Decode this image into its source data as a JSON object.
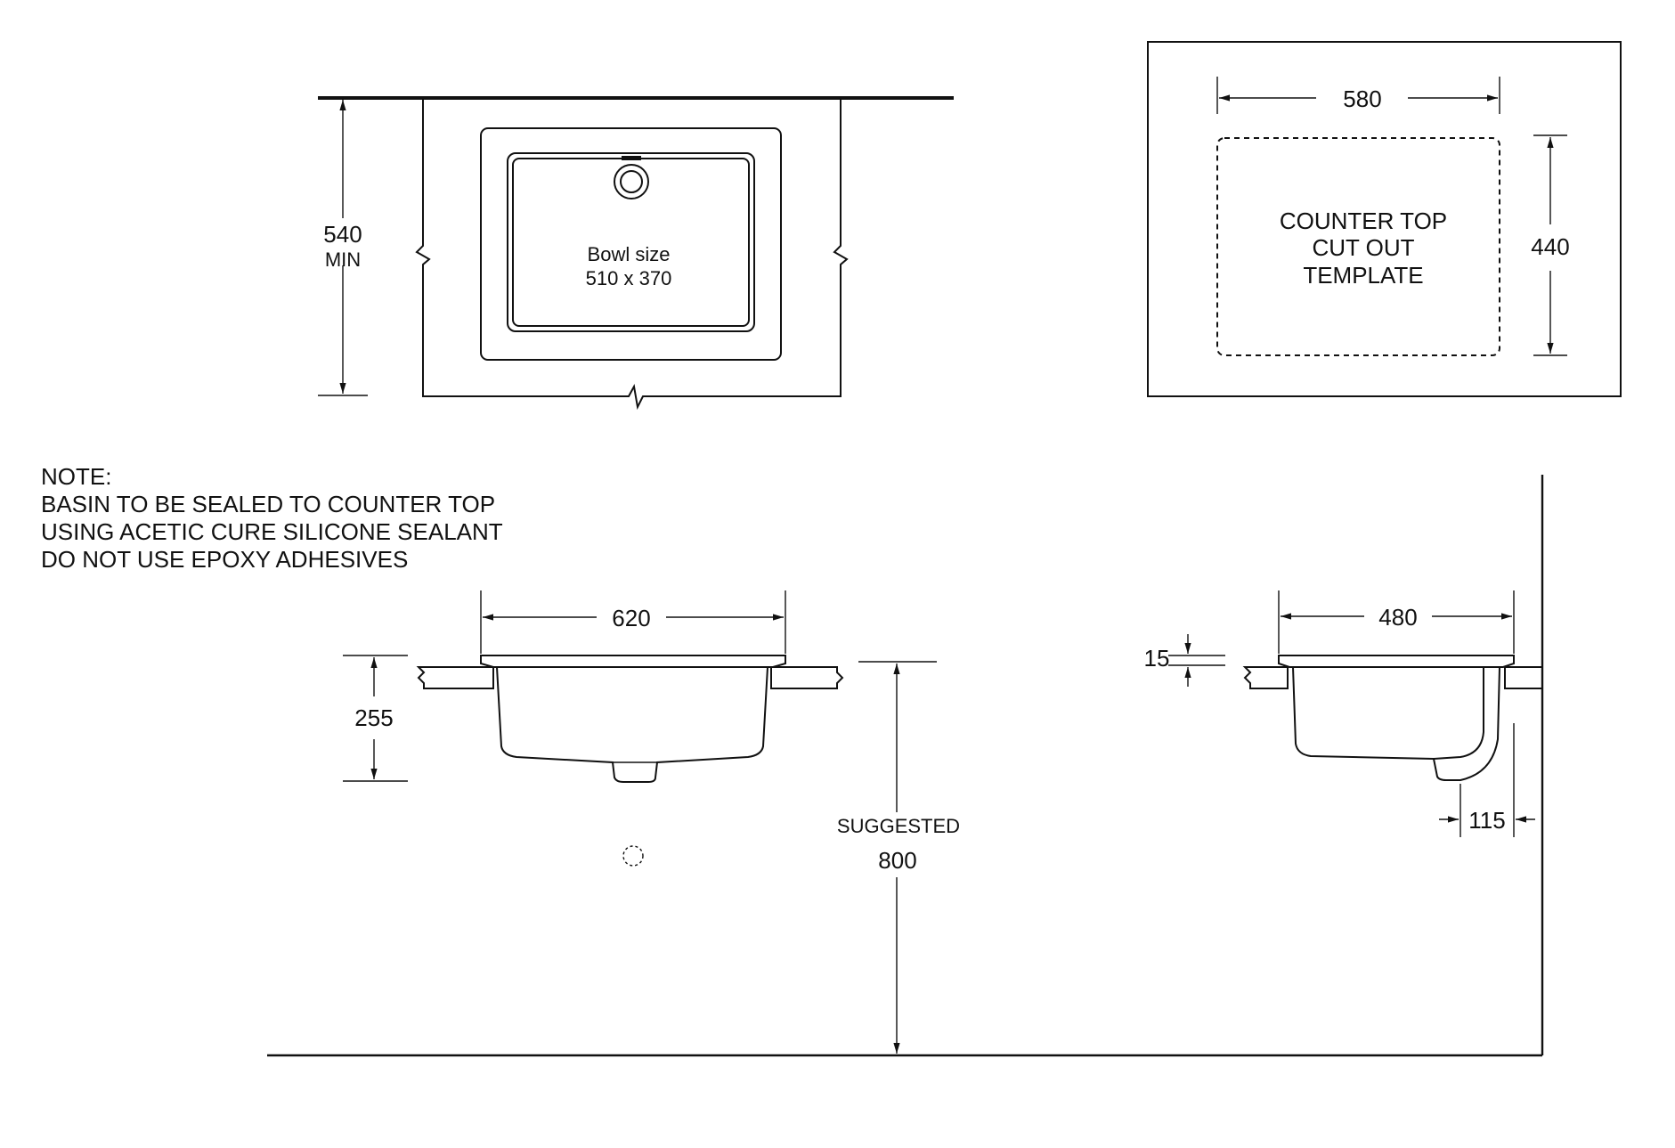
{
  "plan": {
    "depth_value": "540",
    "depth_suffix": "MIN",
    "bowl_label": "Bowl size",
    "bowl_dims": "510 x 370"
  },
  "template": {
    "width": "580",
    "height": "440",
    "lines": [
      "COUNTER TOP",
      "CUT OUT",
      "TEMPLATE"
    ]
  },
  "note": {
    "lines": [
      "NOTE:",
      "BASIN TO BE SEALED TO COUNTER TOP",
      "USING ACETIC CURE SILICONE SEALANT",
      "DO NOT USE EPOXY ADHESIVES"
    ]
  },
  "front": {
    "width": "620",
    "height": "255",
    "suggested_label": "SUGGESTED",
    "suggested_value": "800"
  },
  "side": {
    "width": "480",
    "rim": "15",
    "offset": "115"
  }
}
